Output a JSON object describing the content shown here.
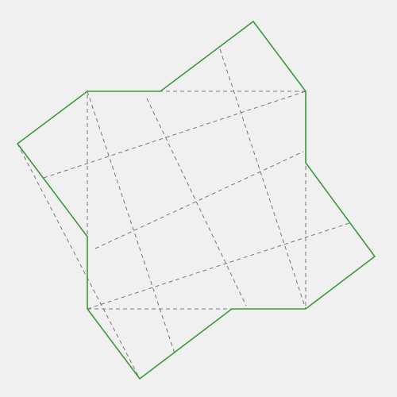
{
  "diagram": {
    "background_color": "#f0f0f0",
    "outline_color": "#3a9a3a",
    "dashed_color": "#777777",
    "description_shapes": {
      "union_outline": "green",
      "square": "dashed",
      "rotated_grid": "dashed"
    }
  }
}
